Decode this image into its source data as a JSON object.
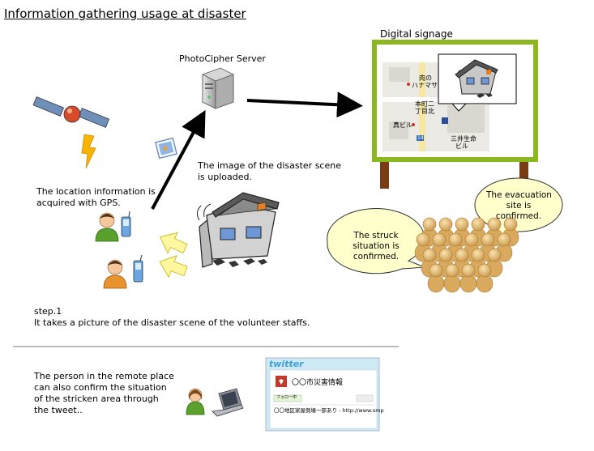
{
  "title": "Information gathering usage at disaster",
  "server_label": "PhotoCipher Server",
  "digital_signage_label": "Digital signage",
  "upload_text": "The image of the disaster scene\nis uploaded.",
  "gps_text": "The location information is\nacquired with GPS.",
  "step_label": "step.1",
  "step_text": "It takes a picture of the disaster scene of the volunteer staffs.",
  "remote_text": "The person in the remote place\ncan also confirm the situation\nof the stricken area through\nthe tweet..",
  "bubble_struck": "The struck\nsituation is\nconfirmed.",
  "bubble_evac": "The evacuation\nsite is\nconfirmed.",
  "map_labels": {
    "label1": "肉の",
    "label2": "ハナマサ",
    "label3": "本町二",
    "label4": "丁目北",
    "label5": "真ビル",
    "label6": "三井生命",
    "label7": "ビル",
    "route": "14"
  },
  "twitter": {
    "logo": "twitter",
    "account": "〇〇市災害情報",
    "follow": "フォロー中",
    "tweet": "〇〇地区家屋倒壊一部あり - http://www.smp"
  },
  "colors": {
    "signage_border": "#8ab81e",
    "bubble_fill": "#ffffcc",
    "person_green": "#5aa02c",
    "person_orange": "#e8932d"
  }
}
